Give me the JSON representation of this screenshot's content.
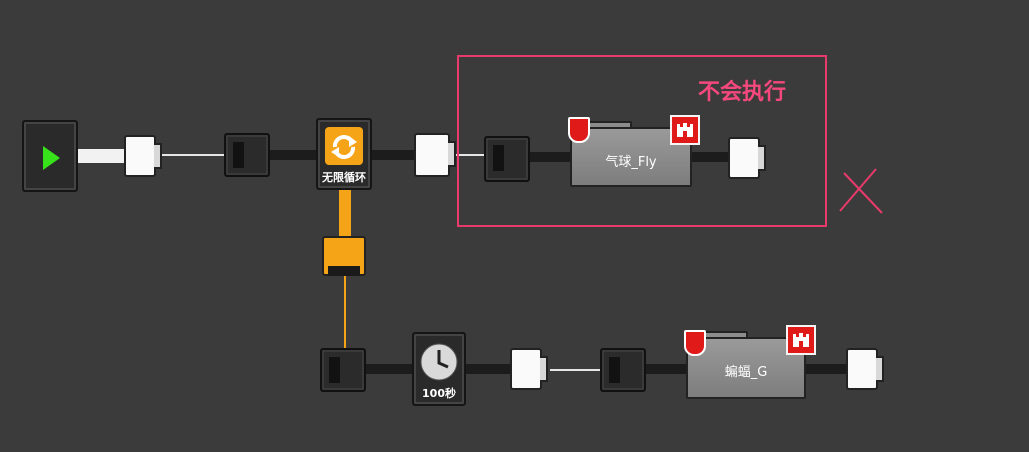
{
  "loop_block": {
    "label": "无限循环"
  },
  "timer_block": {
    "label": "100秒"
  },
  "folder_top": {
    "label": "气球_Fly"
  },
  "folder_bottom": {
    "label": "蝙蝠_G"
  },
  "annotation": {
    "text": "不会执行",
    "cross": "X",
    "color": "#e83a6b"
  },
  "colors": {
    "background": "#3b3b3b",
    "wire_white": "#f2f2f2",
    "wire_orange": "#f5a418",
    "start_green": "#37e21a",
    "badge_red": "#e01919"
  },
  "icons": [
    "play-icon",
    "loop-icon",
    "clock-icon",
    "shield-icon",
    "castle-icon"
  ]
}
